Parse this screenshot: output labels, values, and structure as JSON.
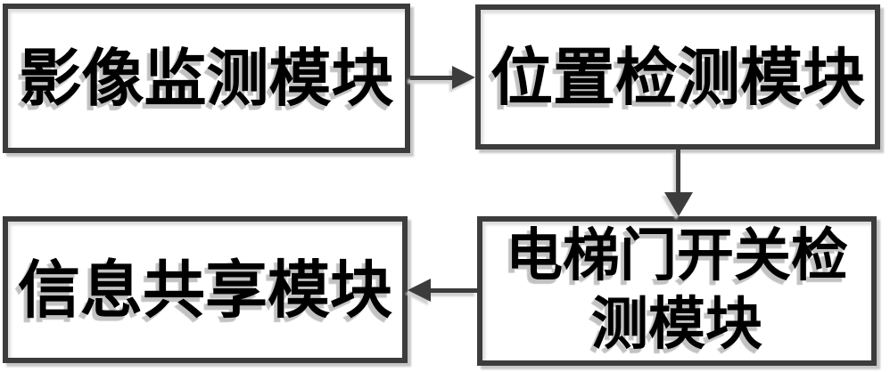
{
  "diagram": {
    "nodes": [
      {
        "id": "image-monitoring-module",
        "label": "影像监测模块"
      },
      {
        "id": "position-detection-module",
        "label": "位置检测模块"
      },
      {
        "id": "elevator-door-switch-detection-module",
        "label": "电梯门开关检测模块"
      },
      {
        "id": "information-sharing-module",
        "label": "信息共享模块"
      }
    ],
    "edges": [
      {
        "from": "影像监测模块",
        "to": "位置检测模块",
        "direction": "right"
      },
      {
        "from": "位置检测模块",
        "to": "电梯门开关检测模块",
        "direction": "down"
      },
      {
        "from": "电梯门开关检测模块",
        "to": "信息共享模块",
        "direction": "left"
      }
    ],
    "colors": {
      "ink": "#3c3c3c",
      "text": "#000000",
      "shadow": "#c6c6c6",
      "background": "#ffffff"
    }
  }
}
